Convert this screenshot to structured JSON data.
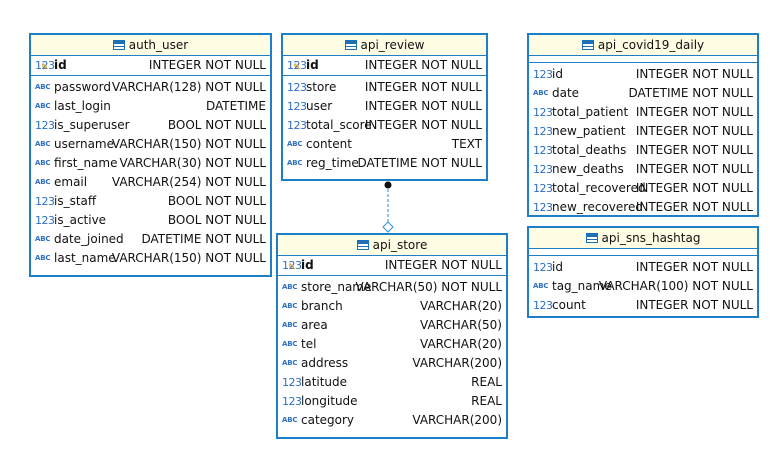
{
  "icons": {
    "numeric": "123",
    "text": "ABC",
    "table": "table-icon",
    "key": "key-icon"
  },
  "colors": {
    "border": "#1f7fc6",
    "header_bg": "#fffde3",
    "icon": "#2e6fc2"
  },
  "tables": {
    "auth_user": {
      "name": "auth_user",
      "pk": {
        "name": "id",
        "type": "INTEGER NOT NULL"
      },
      "columns": [
        {
          "name": "password",
          "type": "VARCHAR(128) NOT NULL",
          "kind": "text"
        },
        {
          "name": "last_login",
          "type": "DATETIME",
          "kind": "text"
        },
        {
          "name": "is_superuser",
          "type": "BOOL NOT NULL",
          "kind": "num"
        },
        {
          "name": "username",
          "type": "VARCHAR(150) NOT NULL",
          "kind": "text"
        },
        {
          "name": "first_name",
          "type": "VARCHAR(30) NOT NULL",
          "kind": "text"
        },
        {
          "name": "email",
          "type": "VARCHAR(254) NOT NULL",
          "kind": "text"
        },
        {
          "name": "is_staff",
          "type": "BOOL NOT NULL",
          "kind": "num"
        },
        {
          "name": "is_active",
          "type": "BOOL NOT NULL",
          "kind": "num"
        },
        {
          "name": "date_joined",
          "type": "DATETIME NOT NULL",
          "kind": "text"
        },
        {
          "name": "last_name",
          "type": "VARCHAR(150) NOT NULL",
          "kind": "text"
        }
      ]
    },
    "api_review": {
      "name": "api_review",
      "pk": {
        "name": "id",
        "type": "INTEGER NOT NULL"
      },
      "columns": [
        {
          "name": "store",
          "type": "INTEGER NOT NULL",
          "kind": "num"
        },
        {
          "name": "user",
          "type": "INTEGER NOT NULL",
          "kind": "num"
        },
        {
          "name": "total_score",
          "type": "INTEGER NOT NULL",
          "kind": "num"
        },
        {
          "name": "content",
          "type": "TEXT",
          "kind": "text"
        },
        {
          "name": "reg_time",
          "type": "DATETIME NOT NULL",
          "kind": "text"
        }
      ]
    },
    "api_store": {
      "name": "api_store",
      "pk": {
        "name": "id",
        "type": "INTEGER NOT NULL"
      },
      "columns": [
        {
          "name": "store_name",
          "type": "VARCHAR(50) NOT NULL",
          "kind": "text"
        },
        {
          "name": "branch",
          "type": "VARCHAR(20)",
          "kind": "text"
        },
        {
          "name": "area",
          "type": "VARCHAR(50)",
          "kind": "text"
        },
        {
          "name": "tel",
          "type": "VARCHAR(20)",
          "kind": "text"
        },
        {
          "name": "address",
          "type": "VARCHAR(200)",
          "kind": "text"
        },
        {
          "name": "latitude",
          "type": "REAL",
          "kind": "num"
        },
        {
          "name": "longitude",
          "type": "REAL",
          "kind": "num"
        },
        {
          "name": "category",
          "type": "VARCHAR(200)",
          "kind": "text"
        }
      ]
    },
    "api_covid19_daily": {
      "name": "api_covid19_daily",
      "columns": [
        {
          "name": "id",
          "type": "INTEGER NOT NULL",
          "kind": "num"
        },
        {
          "name": "date",
          "type": "DATETIME NOT NULL",
          "kind": "text"
        },
        {
          "name": "total_patient",
          "type": "INTEGER NOT NULL",
          "kind": "num"
        },
        {
          "name": "new_patient",
          "type": "INTEGER NOT NULL",
          "kind": "num"
        },
        {
          "name": "total_deaths",
          "type": "INTEGER NOT NULL",
          "kind": "num"
        },
        {
          "name": "new_deaths",
          "type": "INTEGER NOT NULL",
          "kind": "num"
        },
        {
          "name": "total_recovered",
          "type": "INTEGER NOT NULL",
          "kind": "num"
        },
        {
          "name": "new_recovered",
          "type": "INTEGER NOT NULL",
          "kind": "num"
        }
      ]
    },
    "api_sns_hashtag": {
      "name": "api_sns_hashtag",
      "columns": [
        {
          "name": "id",
          "type": "INTEGER NOT NULL",
          "kind": "num"
        },
        {
          "name": "tag_name",
          "type": "VARCHAR(100) NOT NULL",
          "kind": "text"
        },
        {
          "name": "count",
          "type": "INTEGER NOT NULL",
          "kind": "num"
        }
      ]
    }
  },
  "relations": [
    {
      "from": "api_review",
      "to": "api_store"
    }
  ]
}
